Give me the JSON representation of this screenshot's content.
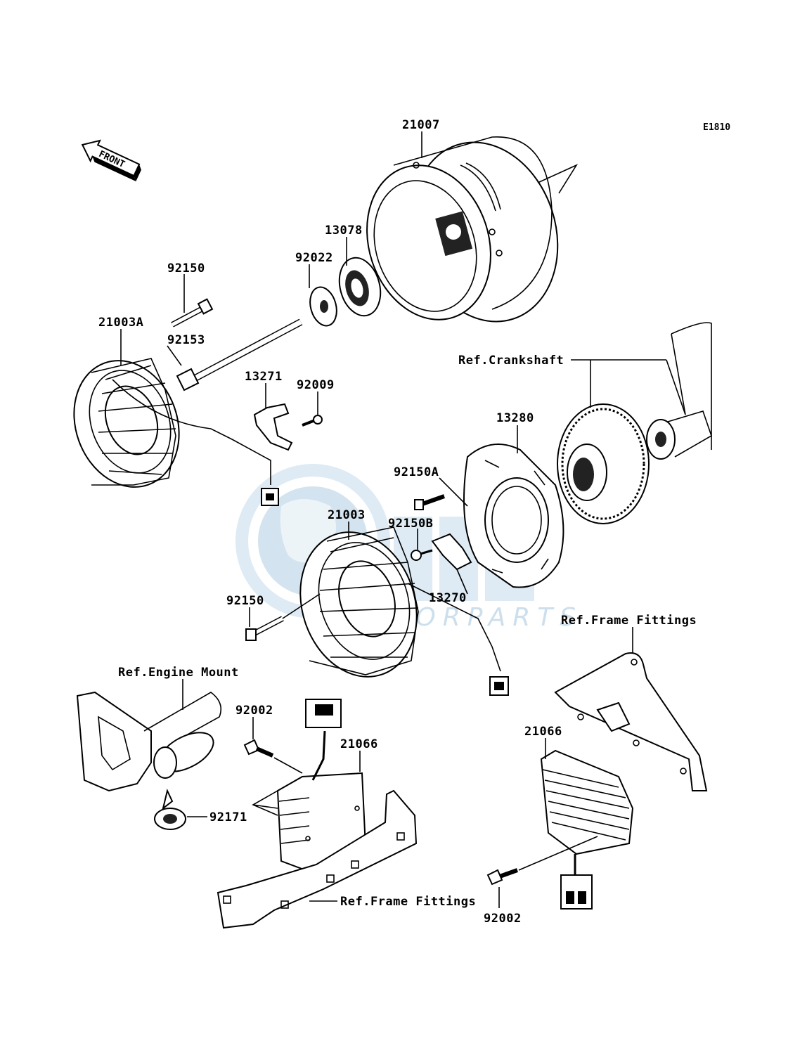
{
  "diagram_code": "E1810",
  "front_label": "FRONT",
  "watermark": "MOTORPARTS",
  "part_labels": {
    "p21007": "21007",
    "p13078": "13078",
    "p92022": "92022",
    "p92150_top": "92150",
    "p21003A": "21003A",
    "p92153": "92153",
    "p13271": "13271",
    "p92009": "92009",
    "p13280": "13280",
    "p92150A": "92150A",
    "p21003": "21003",
    "p92150B": "92150B",
    "p13270": "13270",
    "p92150_mid": "92150",
    "p92002_left": "92002",
    "p21066_left": "21066",
    "p92171": "92171",
    "p21066_right": "21066",
    "p92002_right": "92002"
  },
  "ref_labels": {
    "crankshaft": "Ref.Crankshaft",
    "frame_fittings_right": "Ref.Frame Fittings",
    "engine_mount": "Ref.Engine Mount",
    "frame_fittings_bottom": "Ref.Frame Fittings"
  }
}
